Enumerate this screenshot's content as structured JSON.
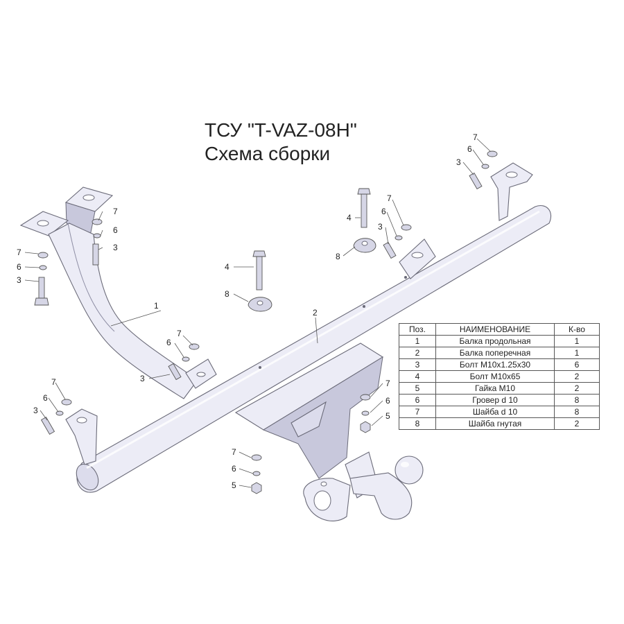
{
  "title": {
    "line1": "ТСУ \"T-VAZ-08H\"",
    "line2": "Схема сборки"
  },
  "callouts": {
    "p1": "1",
    "p2": "2",
    "p3": "3",
    "p4": "4",
    "p5": "5",
    "p6": "6",
    "p7": "7",
    "p8": "8"
  },
  "table": {
    "headers": [
      "Поз.",
      "НАИМЕНОВАНИЕ",
      "К-во"
    ],
    "rows": [
      [
        "1",
        "Балка продольная",
        "1"
      ],
      [
        "2",
        "Балка поперечная",
        "1"
      ],
      [
        "3",
        "Болт М10х1.25х30",
        "6"
      ],
      [
        "4",
        "Болт М10х65",
        "2"
      ],
      [
        "5",
        "Гайка  М10",
        "2"
      ],
      [
        "6",
        "Гровер d 10",
        "8"
      ],
      [
        "7",
        "Шайба d 10",
        "8"
      ],
      [
        "8",
        "Шайба гнутая",
        "2"
      ]
    ]
  },
  "colors": {
    "part_fill": "#ececf6",
    "outline": "#6a6a78",
    "text": "#222222"
  }
}
